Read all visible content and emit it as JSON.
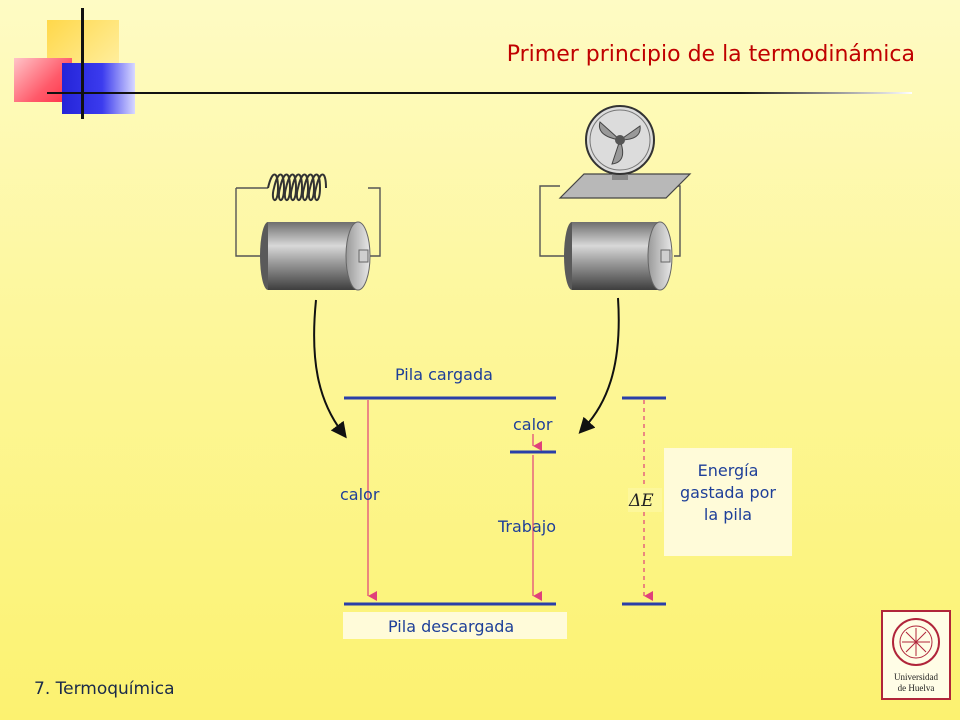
{
  "slide": {
    "title": "Primer principio de la termodinámica",
    "footer": "7. Termoquímica"
  },
  "diagram": {
    "level_top_label": "Pila cargada",
    "level_bottom_label": "Pila descargada",
    "left_arrow_label": "calor",
    "right_top_label": "calor",
    "right_arrow_label": "Trabajo",
    "delta_label": "ΔE",
    "energy_box": [
      "Energía",
      "gastada por",
      "la pila"
    ]
  },
  "colors": {
    "title": "#c00000",
    "label": "#1e3f99",
    "arrow": "#e0407a",
    "level_line": "#2a3fa8"
  },
  "logo": {
    "lines": [
      "Universidad",
      "de Huelva"
    ]
  }
}
